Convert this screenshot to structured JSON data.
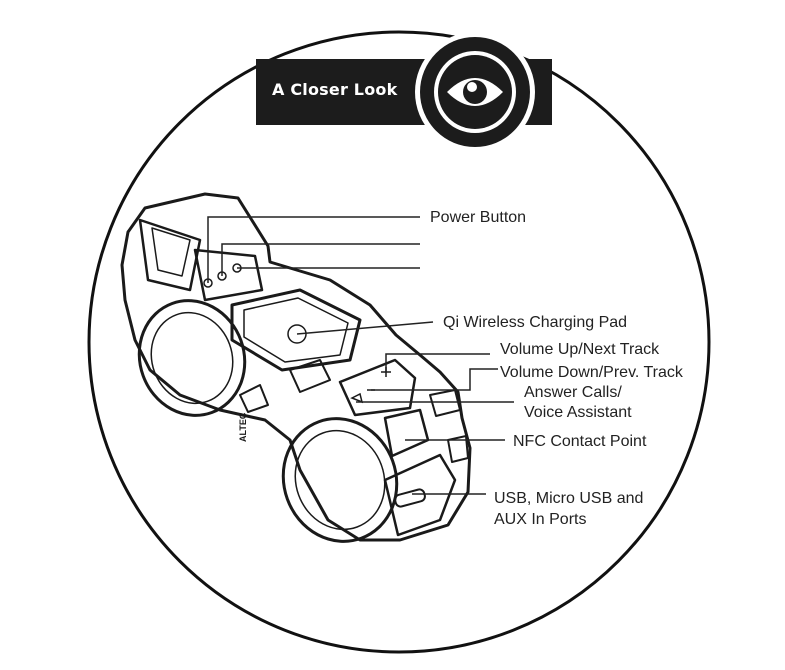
{
  "header": {
    "title": "A Closer Look",
    "icon": "eye-icon",
    "background_color": "#1c1c1c",
    "text_color": "#ffffff"
  },
  "device": {
    "brand_mark": "ALTEC"
  },
  "labels": [
    {
      "id": "power-button",
      "text": "Power Button"
    },
    {
      "id": "blank-1",
      "text": ""
    },
    {
      "id": "blank-2",
      "text": ""
    },
    {
      "id": "qi-pad",
      "text": "Qi Wireless Charging Pad"
    },
    {
      "id": "vol-up",
      "text": "Volume Up/Next Track"
    },
    {
      "id": "vol-down",
      "text": "Volume Down/Prev. Track"
    },
    {
      "id": "answer",
      "text": "Answer Calls/\nVoice Assistant"
    },
    {
      "id": "nfc",
      "text": "NFC Contact Point"
    },
    {
      "id": "ports",
      "text": "USB, Micro USB and\nAUX In Ports"
    }
  ],
  "colors": {
    "line": "#222222",
    "circle": "#111111"
  }
}
